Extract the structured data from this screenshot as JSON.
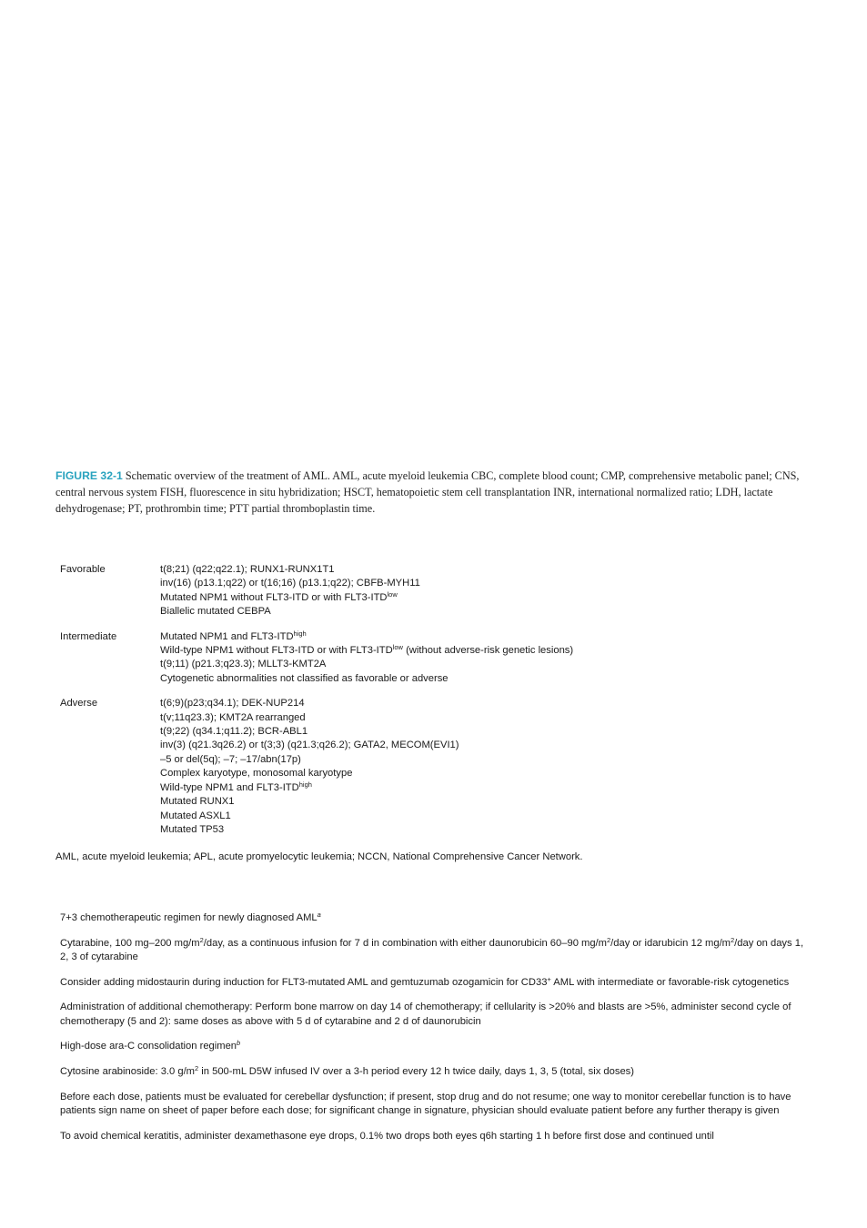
{
  "caption": {
    "label": "FIGURE 32-1",
    "text": " Schematic overview of the treatment of AML. AML, acute myeloid leukemia CBC, complete blood count; CMP, comprehensive metabolic panel; CNS, central nervous system FISH, fluorescence in situ hybridization; HSCT, hematopoietic stem cell transplantation INR, international normalized ratio; LDH, lactate dehydrogenase; PT, prothrombin time; PTT partial thromboplastin time."
  },
  "risk": {
    "favorable": {
      "label": "Favorable",
      "l1": "t(8;21) (q22;q22.1); RUNX1-RUNX1T1",
      "l2": "inv(16) (p13.1;q22) or t(16;16) (p13.1;q22); CBFB-MYH11",
      "l3a": "Mutated NPM1 without FLT3-ITD or with FLT3-ITD",
      "l3sup": "low",
      "l4": "Biallelic mutated CEBPA"
    },
    "intermediate": {
      "label": "Intermediate",
      "l1a": "Mutated NPM1 and FLT3-ITD",
      "l1sup": "high",
      "l2a": "Wild-type NPM1 without FLT3-ITD or with FLT3-ITD",
      "l2sup": "low",
      "l2b": " (without adverse-risk genetic lesions)",
      "l3": "t(9;11) (p21.3;q23.3); MLLT3-KMT2A",
      "l4": "Cytogenetic abnormalities not classified as favorable or adverse"
    },
    "adverse": {
      "label": "Adverse",
      "l1": "t(6;9)(p23;q34.1); DEK-NUP214",
      "l2": "t(v;11q23.3); KMT2A rearranged",
      "l3": "t(9;22) (q34.1;q11.2); BCR-ABL1",
      "l4": "inv(3) (q21.3q26.2) or t(3;3) (q21.3;q26.2); GATA2, MECOM(EVI1)",
      "l5": "–5 or del(5q); –7; –17/abn(17p)",
      "l6": "Complex karyotype, monosomal karyotype",
      "l7a": "Wild-type NPM1 and FLT3-ITD",
      "l7sup": "high",
      "l8": "Mutated RUNX1",
      "l9": "Mutated ASXL1",
      "l10": "Mutated TP53"
    }
  },
  "footnote": "AML, acute myeloid leukemia; APL, acute promyelocytic leukemia; NCCN, National Comprehensive Cancer Network.",
  "regimen": {
    "p1a": "7+3 chemotherapeutic regimen for newly diagnosed AML",
    "p1sup": "a",
    "p2a": "Cytarabine, 100 mg–200 mg/m",
    "p2s1": "2",
    "p2b": "/day, as a continuous infusion for 7 d in combination with either daunorubicin 60–90 mg/m",
    "p2s2": "2",
    "p2c": "/day or idarubicin 12 mg/m",
    "p2s3": "2",
    "p2d": "/day on days 1, 2, 3 of cytarabine",
    "p3a": "Consider adding midostaurin during induction for FLT3-mutated AML and gemtuzumab ozogamicin for CD33",
    "p3sup": "+",
    "p3b": " AML with intermediate or favorable-risk cytogenetics",
    "p4": "Administration of additional chemotherapy: Perform bone marrow on day 14 of chemotherapy; if cellularity is >20% and blasts are >5%, administer second cycle of chemotherapy (5 and 2): same doses as above with 5 d of cytarabine and 2 d of daunorubicin",
    "p5a": "High-dose ara-C consolidation regimen",
    "p5sup": "b",
    "p6a": "Cytosine arabinoside: 3.0 g/m",
    "p6sup": "2",
    "p6b": " in 500-mL D5W infused IV over a 3-h period every 12 h twice daily, days 1, 3, 5 (total, six doses)",
    "p7": "Before each dose, patients must be evaluated for cerebellar dysfunction; if present, stop drug and do not resume; one way to monitor cerebellar function is to have patients sign name on sheet of paper before each dose; for significant change in signature, physician should evaluate patient before any further therapy is given",
    "p8": "To avoid chemical keratitis, administer dexamethasone eye drops, 0.1% two drops both eyes q6h starting 1 h before first dose and continued until"
  }
}
